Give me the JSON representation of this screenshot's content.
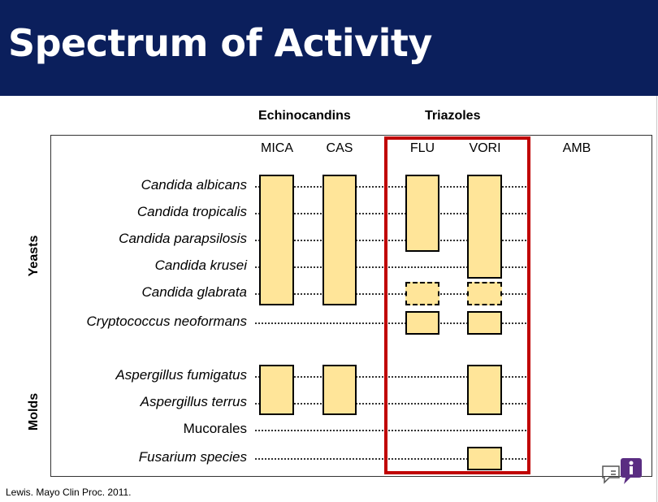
{
  "title": "Spectrum of Activity",
  "groups": {
    "echinocandins": "Echinocandins",
    "triazoles": "Triazoles"
  },
  "columns": [
    "MICA",
    "CAS",
    "FLU",
    "VORI",
    "AMB"
  ],
  "side_labels": {
    "yeasts": "Yeasts",
    "molds": "Molds"
  },
  "rows": [
    "Candida albicans",
    "Candida tropicalis",
    "Candida parapsilosis",
    "Candida krusei",
    "Candida glabrata",
    "Cryptococcus neoformans",
    "Aspergillus fumigatus",
    "Aspergillus terrus",
    "Mucorales",
    "Fusarium species"
  ],
  "activity": {
    "MICA": {
      "active": [
        "Candida albicans",
        "Candida tropicalis",
        "Candida parapsilosis",
        "Candida krusei",
        "Candida glabrata",
        "Aspergillus fumigatus",
        "Aspergillus terrus"
      ],
      "variable": []
    },
    "CAS": {
      "active": [
        "Candida albicans",
        "Candida tropicalis",
        "Candida parapsilosis",
        "Candida krusei",
        "Candida glabrata",
        "Aspergillus fumigatus",
        "Aspergillus terrus"
      ],
      "variable": []
    },
    "FLU": {
      "active": [
        "Candida albicans",
        "Candida tropicalis",
        "Candida parapsilosis",
        "Cryptococcus neoformans"
      ],
      "variable": [
        "Candida glabrata"
      ]
    },
    "VORI": {
      "active": [
        "Candida albicans",
        "Candida tropicalis",
        "Candida parapsilosis",
        "Candida krusei",
        "Cryptococcus neoformans",
        "Aspergillus fumigatus",
        "Aspergillus terrus",
        "Fusarium species"
      ],
      "variable": [
        "Candida glabrata"
      ]
    },
    "AMB": {
      "active": [],
      "variable": []
    }
  },
  "colors": {
    "header_bg": "#0b1f5c",
    "bar_fill": "#ffe599",
    "highlight": "#c00000"
  },
  "citation": "Lewis. Mayo Clin Proc. 2011.",
  "icons": {
    "comment": "comment-icon"
  }
}
